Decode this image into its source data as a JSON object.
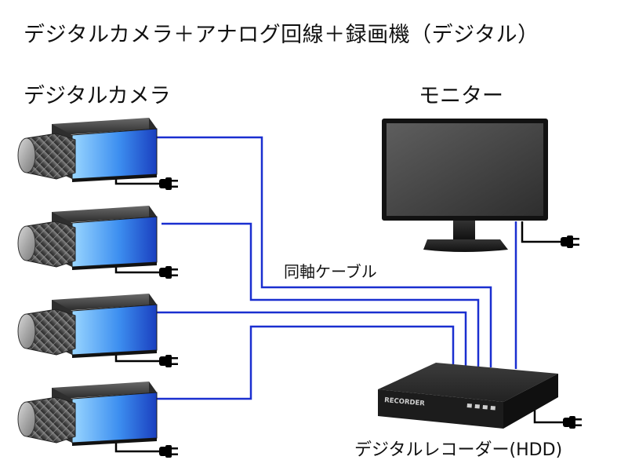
{
  "title": "デジタルカメラ＋アナログ回線＋録画機（デジタル）",
  "labels": {
    "cameras": "デジタルカメラ",
    "monitor": "モニター",
    "cable": "同軸ケーブル",
    "recorder": "デジタルレコーダー(HDD)",
    "recorder_brand": "RECORDER"
  },
  "colors": {
    "cable": "#1a2fd0",
    "power_cord": "#000000",
    "camera_body_light": "#8fd0ff",
    "camera_body_dark": "#1d47c4",
    "camera_housing": "#3a3a3a",
    "monitor_frame": "#111111",
    "recorder_body": "#1a1a1a"
  },
  "icons": {
    "camera": "security-camera-icon",
    "plug": "power-plug-icon",
    "monitor": "monitor-icon",
    "recorder": "recorder-icon"
  }
}
